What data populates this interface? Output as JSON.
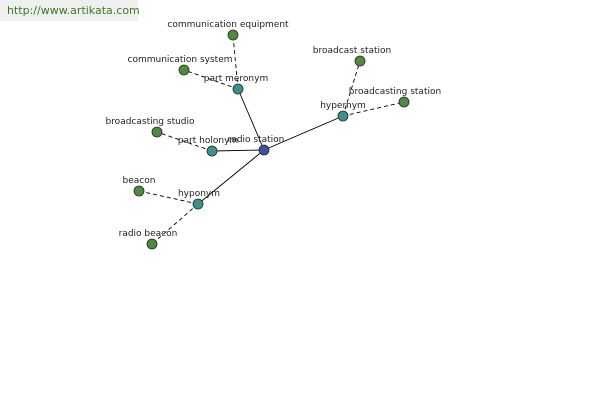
{
  "header": {
    "url": "http://www.artikata.com"
  },
  "graph": {
    "nodes": [
      {
        "id": "radio_station",
        "label": "radio station",
        "kind": "center"
      },
      {
        "id": "part_meronym",
        "label": "part meronym",
        "kind": "relation"
      },
      {
        "id": "part_holonym",
        "label": "part holonym",
        "kind": "relation"
      },
      {
        "id": "hypernym",
        "label": "hypernym",
        "kind": "relation"
      },
      {
        "id": "hyponym",
        "label": "hyponym",
        "kind": "relation"
      },
      {
        "id": "communication_equipment",
        "label": "communication equipment",
        "kind": "word"
      },
      {
        "id": "communication_system",
        "label": "communication system",
        "kind": "word"
      },
      {
        "id": "broadcast_station",
        "label": "broadcast station",
        "kind": "word"
      },
      {
        "id": "broadcasting_station",
        "label": "broadcasting station",
        "kind": "word"
      },
      {
        "id": "broadcasting_studio",
        "label": "broadcasting studio",
        "kind": "word"
      },
      {
        "id": "beacon",
        "label": "beacon",
        "kind": "word"
      },
      {
        "id": "radio_beacon",
        "label": "radio beacon",
        "kind": "word"
      }
    ],
    "edges": [
      {
        "from": "radio_station",
        "to": "part_meronym",
        "style": "solid"
      },
      {
        "from": "radio_station",
        "to": "part_holonym",
        "style": "solid"
      },
      {
        "from": "radio_station",
        "to": "hypernym",
        "style": "solid"
      },
      {
        "from": "radio_station",
        "to": "hyponym",
        "style": "solid"
      },
      {
        "from": "part_meronym",
        "to": "communication_equipment",
        "style": "dashed"
      },
      {
        "from": "part_meronym",
        "to": "communication_system",
        "style": "dashed"
      },
      {
        "from": "hypernym",
        "to": "broadcast_station",
        "style": "dashed"
      },
      {
        "from": "hypernym",
        "to": "broadcasting_station",
        "style": "dashed"
      },
      {
        "from": "part_holonym",
        "to": "broadcasting_studio",
        "style": "dashed"
      },
      {
        "from": "hyponym",
        "to": "beacon",
        "style": "dashed"
      },
      {
        "from": "hyponym",
        "to": "radio_beacon",
        "style": "dashed"
      }
    ],
    "colors": {
      "center": "#3f4fa0",
      "relation": "#3f8f8f",
      "word": "#4f8a3f",
      "stroke": "#1f2f1f",
      "edge": "#000000"
    }
  }
}
